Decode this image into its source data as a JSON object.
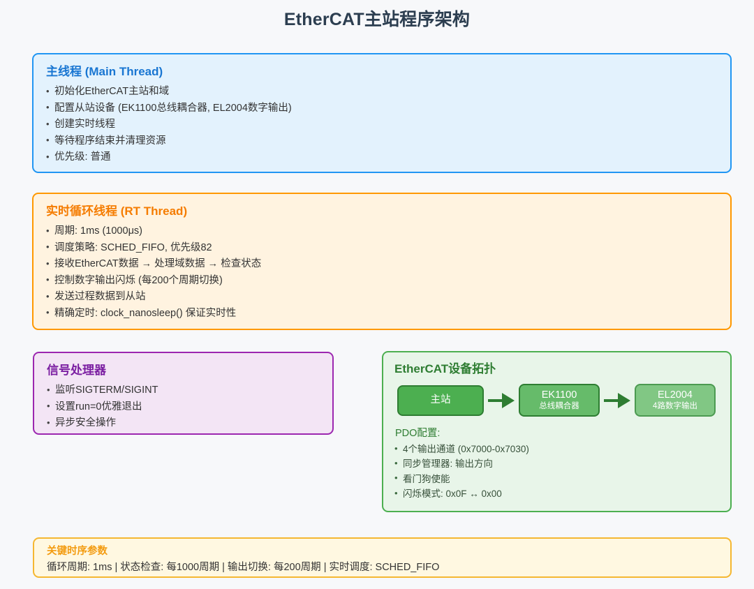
{
  "page": {
    "title": "EtherCAT主站程序架构",
    "background_color": "#f7f8fa"
  },
  "main_thread": {
    "title_cn": "主线程",
    "title_en": " (Main Thread)",
    "accent_color": "#2196f3",
    "items": [
      "初始化EtherCAT主站和域",
      "配置从站设备 (EK1100总线耦合器, EL2004数字输出)",
      "创建实时线程",
      "等待程序结束并清理资源",
      "优先级: 普通"
    ]
  },
  "rt_thread": {
    "title_cn": "实时循环线程",
    "title_en": " (RT Thread)",
    "accent_color": "#ff9800",
    "items": [
      "周期: 1ms (1000μs)",
      "调度策略: SCHED_FIFO, 优先级82",
      "接收EtherCAT数据 → 处理域数据 → 检查状态",
      "控制数字输出闪烁 (每200个周期切换)",
      "发送过程数据到从站",
      "精确定时: clock_nanosleep() 保证实时性"
    ]
  },
  "signal_handler": {
    "title_cn": "信号处理器",
    "title_en": "",
    "accent_color": "#9c27b0",
    "items": [
      "监听SIGTERM/SIGINT",
      "设置run=0优雅退出",
      "异步安全操作"
    ]
  },
  "topology": {
    "title": "EtherCAT设备拓扑",
    "accent_color": "#4caf50",
    "nodes": [
      {
        "name": "主站",
        "sub": "",
        "color": "#4caf50"
      },
      {
        "name": "EK1100",
        "sub": "总线耦合器",
        "color": "#66bb6a"
      },
      {
        "name": "EL2004",
        "sub": "4路数字输出",
        "color": "#81c784"
      }
    ],
    "pdo_title": "PDO配置:",
    "pdo_items": [
      "4个输出通道 (0x7000-0x7030)",
      "同步管理器: 输出方向",
      "看门狗使能",
      "闪烁模式: 0x0F ↔ 0x00"
    ]
  },
  "timing": {
    "title": "关键时序参数",
    "accent_color": "#f39c12",
    "line": "循环周期: 1ms | 状态检查: 每1000周期 | 输出切换: 每200周期 | 实时调度: SCHED_FIFO"
  }
}
